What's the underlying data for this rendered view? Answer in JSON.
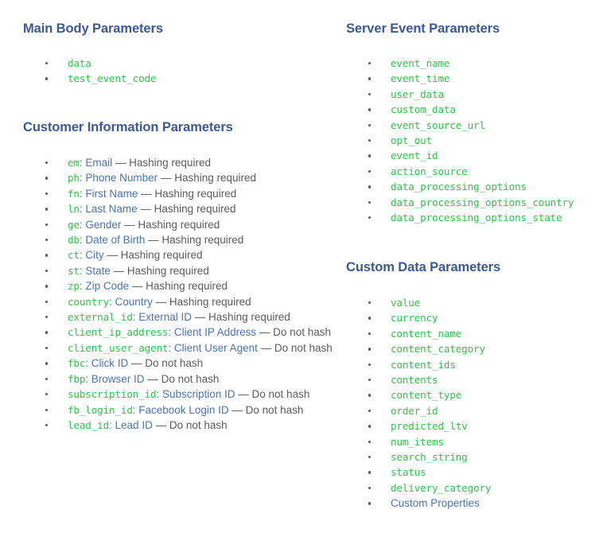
{
  "sections": {
    "main_body": {
      "heading": "Main Body Parameters",
      "items": [
        {
          "code": "data"
        },
        {
          "code": "test_event_code"
        }
      ]
    },
    "customer_information": {
      "heading": "Customer Information Parameters",
      "items": [
        {
          "code": "em",
          "sep": ":",
          "label": "Email",
          "dash": "—",
          "desc": "Hashing required"
        },
        {
          "code": "ph",
          "sep": ":",
          "label": "Phone Number",
          "dash": "—",
          "desc": "Hashing required"
        },
        {
          "code": "fn",
          "sep": ":",
          "label": "First Name",
          "dash": "—",
          "desc": "Hashing required"
        },
        {
          "code": "ln",
          "sep": ":",
          "label": "Last Name",
          "dash": "—",
          "desc": "Hashing required"
        },
        {
          "code": "ge",
          "sep": ":",
          "label": "Gender",
          "dash": "—",
          "desc": "Hashing required"
        },
        {
          "code": "db",
          "sep": ":",
          "label": "Date of Birth",
          "dash": "—",
          "desc": "Hashing required"
        },
        {
          "code": "ct",
          "sep": ":",
          "label": "City",
          "dash": "—",
          "desc": "Hashing required"
        },
        {
          "code": "st",
          "sep": ":",
          "label": "State",
          "dash": "—",
          "desc": "Hashing required"
        },
        {
          "code": "zp",
          "sep": ":",
          "label": "Zip Code",
          "dash": "—",
          "desc": "Hashing required"
        },
        {
          "code": "country",
          "sep": ":",
          "label": "Country",
          "dash": "—",
          "desc": "Hashing required"
        },
        {
          "code": "external_id",
          "sep": ":",
          "label": "External ID",
          "dash": "—",
          "desc": "Hashing required"
        },
        {
          "code": "client_ip_address",
          "sep": ":",
          "label": "Client IP Address",
          "dash": "—",
          "desc": "Do not hash"
        },
        {
          "code": "client_user_agent",
          "sep": ":",
          "label": "Client User Agent",
          "dash": "—",
          "desc": "Do not hash"
        },
        {
          "code": "fbc",
          "sep": ":",
          "label": "Click ID",
          "dash": "—",
          "desc": "Do not hash"
        },
        {
          "code": "fbp",
          "sep": ":",
          "label": "Browser ID",
          "dash": "—",
          "desc": "Do not hash"
        },
        {
          "code": "subscription_id",
          "sep": ":",
          "label": "Subscription ID",
          "dash": "—",
          "desc": "Do not hash"
        },
        {
          "code": "fb_login_id",
          "sep": ":",
          "label": "Facebook Login ID",
          "dash": "—",
          "desc": "Do not hash"
        },
        {
          "code": "lead_id",
          "sep": ":",
          "label": "Lead ID",
          "dash": "—",
          "desc": "Do not hash"
        }
      ]
    },
    "server_event": {
      "heading": "Server Event Parameters",
      "items": [
        {
          "code": "event_name"
        },
        {
          "code": "event_time"
        },
        {
          "code": "user_data"
        },
        {
          "code": "custom_data"
        },
        {
          "code": "event_source_url"
        },
        {
          "code": "opt_out"
        },
        {
          "code": "event_id"
        },
        {
          "code": "action_source"
        },
        {
          "code": "data_processing_options"
        },
        {
          "code": "data_processing_options_country"
        },
        {
          "code": "data_processing_options_state"
        }
      ]
    },
    "custom_data": {
      "heading": "Custom Data Parameters",
      "items": [
        {
          "code": "value"
        },
        {
          "code": "currency"
        },
        {
          "code": "content_name"
        },
        {
          "code": "content_category"
        },
        {
          "code": "content_ids"
        },
        {
          "code": "contents"
        },
        {
          "code": "content_type"
        },
        {
          "code": "order_id"
        },
        {
          "code": "predicted_ltv"
        },
        {
          "code": "num_items"
        },
        {
          "code": "search_string"
        },
        {
          "code": "status"
        },
        {
          "code": "delivery_category"
        },
        {
          "code": "",
          "label": "Custom Properties"
        }
      ]
    }
  },
  "colors": {
    "heading": "#3b5998",
    "code": "#32c24a",
    "link": "#4a74b8",
    "text": "#5c5c5c",
    "background": "#ffffff"
  }
}
